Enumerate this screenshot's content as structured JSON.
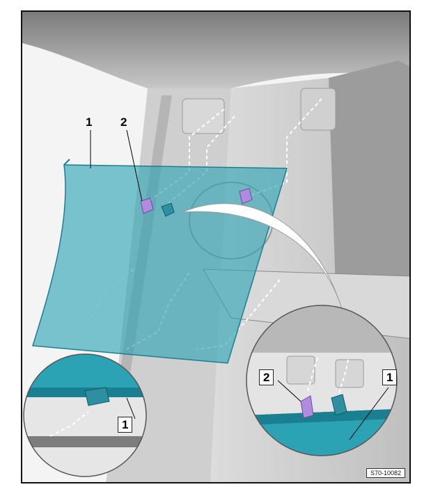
{
  "figure": {
    "reference_code": "S70-10082",
    "callouts": {
      "main_trim": "1",
      "main_clip": "2",
      "detail_left_trim": "1",
      "detail_right_clip": "2",
      "detail_right_trim": "1"
    }
  },
  "colors": {
    "trim": "#2ba3b5",
    "trim_dark": "#1b7f92",
    "clip_purple": "#b08be0",
    "clip_teal": "#2e8fa0"
  }
}
